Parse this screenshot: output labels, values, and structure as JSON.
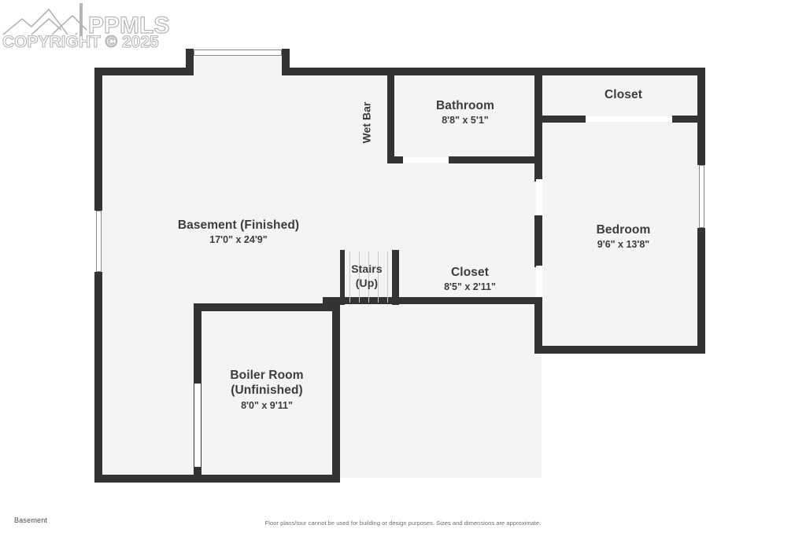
{
  "watermark": {
    "brand": "PPMLS",
    "copyright": "COPYRIGHT © 2025",
    "logo_icon": "mountain-range-icon"
  },
  "floorplan": {
    "level_label": "Basement",
    "disclaimer": "Floor plans/tour cannot be used for building or design purposes. Sizes and dimensions are approximate.",
    "wall_color": "#333333",
    "room_fill_color": "#f4f4f4",
    "text_color": "#3c3c3c",
    "rooms": [
      {
        "name": "Basement (Finished)",
        "dims": "17'0\" x 24'9\""
      },
      {
        "name": "Bathroom",
        "dims": "8'8\" x 5'1\""
      },
      {
        "name": "Closet",
        "dims": ""
      },
      {
        "name": "Bedroom",
        "dims": "9'6\" x 13'8\""
      },
      {
        "name": "Closet",
        "dims": "8'5\" x 2'11\""
      },
      {
        "name": "Stairs",
        "dims": "(Up)"
      },
      {
        "name": "Boiler Room (Unfinished)",
        "dims": "8'0\" x 9'11\""
      },
      {
        "name": "Wet Bar",
        "dims": ""
      }
    ],
    "labels": {
      "basement_name": "Basement (Finished)",
      "basement_dims": "17'0\" x 24'9\"",
      "bathroom_name": "Bathroom",
      "bathroom_dims": "8'8\" x 5'1\"",
      "closet_top_name": "Closet",
      "bedroom_name": "Bedroom",
      "bedroom_dims": "9'6\" x 13'8\"",
      "closet_mid_name": "Closet",
      "closet_mid_dims": "8'5\" x 2'11\"",
      "stairs_name": "Stairs",
      "stairs_dims": "(Up)",
      "boiler_name": "Boiler Room",
      "boiler_sub": "(Unfinished)",
      "boiler_dims": "8'0\" x 9'11\"",
      "wetbar_name": "Wet Bar"
    }
  }
}
